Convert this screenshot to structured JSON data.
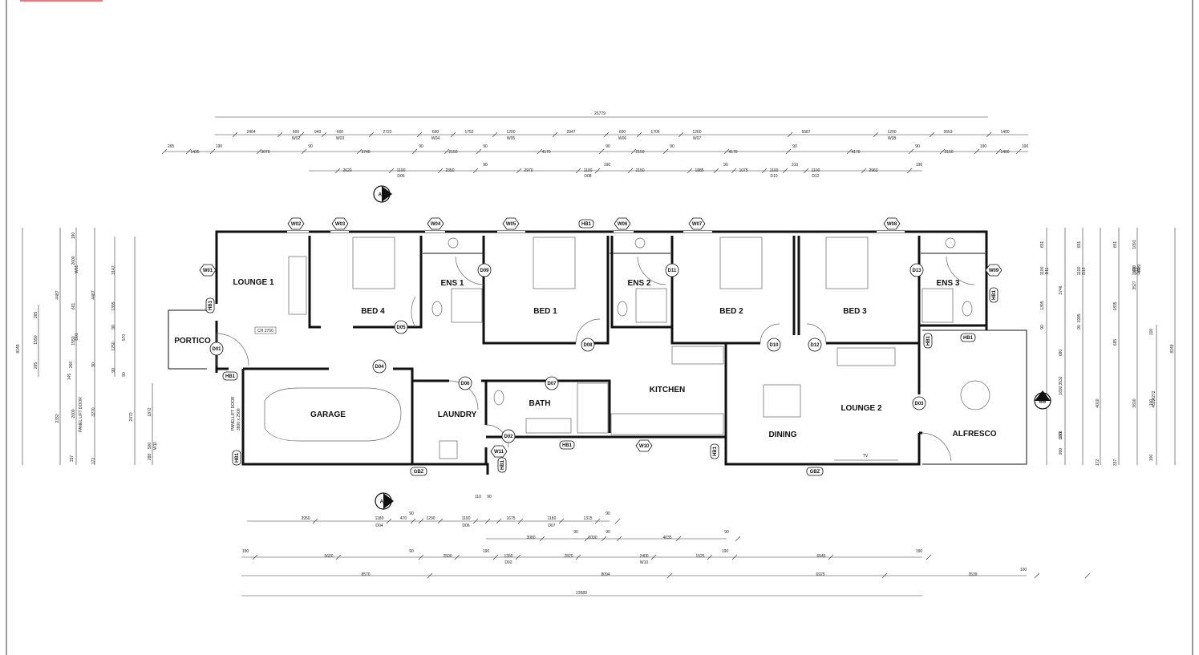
{
  "sheet": {
    "accent_color": "#e05050",
    "line_color": "#111111"
  },
  "rooms": [
    {
      "key": "lounge1",
      "label": "LOUNGE 1"
    },
    {
      "key": "bed4",
      "label": "BED 4"
    },
    {
      "key": "ens1",
      "label": "ENS 1"
    },
    {
      "key": "bed1",
      "label": "BED 1"
    },
    {
      "key": "ens2",
      "label": "ENS 2"
    },
    {
      "key": "bed2",
      "label": "BED 2"
    },
    {
      "key": "bed3",
      "label": "BED 3"
    },
    {
      "key": "ens3",
      "label": "ENS 3"
    },
    {
      "key": "portico",
      "label": "PORTICO"
    },
    {
      "key": "garage",
      "label": "GARAGE"
    },
    {
      "key": "laundry",
      "label": "LAUNDRY"
    },
    {
      "key": "bath",
      "label": "BATH"
    },
    {
      "key": "kitchen",
      "label": "KITCHEN"
    },
    {
      "key": "dining",
      "label": "DINING"
    },
    {
      "key": "lounge2",
      "label": "LOUNGE 2"
    },
    {
      "key": "alfresco",
      "label": "ALFRESCO"
    }
  ],
  "notes": {
    "ch": "CH 2700",
    "garage_door_1": "PANELLIFT DOOR",
    "garage_door_2": "3800 x 2500",
    "tv": "TV"
  },
  "sections": {
    "aa": "AA",
    "bb": "BB"
  },
  "tags": {
    "windows": [
      "W01",
      "W02",
      "W03",
      "W04",
      "W05",
      "W06",
      "W07",
      "W08",
      "W09",
      "W10",
      "W11"
    ],
    "doors": [
      "D01",
      "D02",
      "D03",
      "D04",
      "D05",
      "D06",
      "D07",
      "D08",
      "D09",
      "D10",
      "D11",
      "D12",
      "D13"
    ],
    "hb": "HB1",
    "gbz": "GBZ"
  },
  "dims_top": {
    "overall": "26779",
    "row1": [
      "2464",
      "600",
      "949",
      "600",
      "2722",
      "600",
      "1752",
      "1200",
      "2947",
      "600",
      "1705",
      "1200",
      "5587",
      "1200",
      "2653",
      "1400"
    ],
    "row1_sub": [
      "W02",
      "W03",
      "W04",
      "W05",
      "W06",
      "W07",
      "W08"
    ],
    "row2": [
      "265",
      "190",
      "1435",
      "3070",
      "90",
      "3740",
      "90",
      "2150",
      "90",
      "4170",
      "90",
      "2150",
      "90",
      "4170",
      "90",
      "4170",
      "90",
      "2150",
      "190",
      "1400",
      "100"
    ],
    "row3": [
      "2620",
      "1100",
      "2350",
      "90",
      "2970",
      "1100",
      "190",
      "2150",
      "1885",
      "90",
      "1075",
      "1100",
      "310",
      "1100",
      "2960",
      "190"
    ],
    "row3_sub": [
      "D05",
      "D08",
      "D10",
      "D12"
    ]
  },
  "dims_bottom": {
    "row1": [
      "3950",
      "1180",
      "470",
      "90",
      "1290",
      "1100",
      "110",
      "90",
      "1675",
      "1180",
      "1315",
      "90"
    ],
    "row1_sub": [
      "D04",
      "D06",
      "D07"
    ],
    "row2": [
      "3080",
      "90",
      "1000",
      "90",
      "4035",
      "90"
    ],
    "row3": [
      "190",
      "5600",
      "90",
      "2500",
      "190",
      "1350",
      "2820",
      "2400",
      "1525",
      "190",
      "6545",
      "190"
    ],
    "row3_sub": [
      "D02",
      "W10"
    ],
    "row4": [
      "8570",
      "8094",
      "6925",
      "3539",
      "100"
    ],
    "overall": "23589"
  },
  "dims_left": [
    "8149",
    "1550",
    "265",
    "265",
    "4487",
    "2332",
    "3270",
    "2000",
    "1550",
    "661",
    "145",
    "266",
    "90",
    "2000",
    "190",
    "4487",
    "90",
    "1250",
    "90",
    "570",
    "90",
    "3147",
    "1395",
    "2470",
    "1872",
    "500",
    "288",
    "W01",
    "D01",
    "W11",
    "PANEL LIFT DOOR",
    "337",
    "172"
  ],
  "dims_right": [
    "8149",
    "651",
    "1100",
    "D11",
    "3746",
    "1395",
    "90",
    "680",
    "1692",
    "1778",
    "190",
    "900",
    "651",
    "1100",
    "D13",
    "1995",
    "90",
    "4010",
    "172",
    "651",
    "1835",
    "685",
    "1100",
    "D03",
    "3600",
    "337",
    "1091",
    "600",
    "W09",
    "3527",
    "4622",
    "4272",
    "100",
    "100",
    "100",
    "3532"
  ]
}
